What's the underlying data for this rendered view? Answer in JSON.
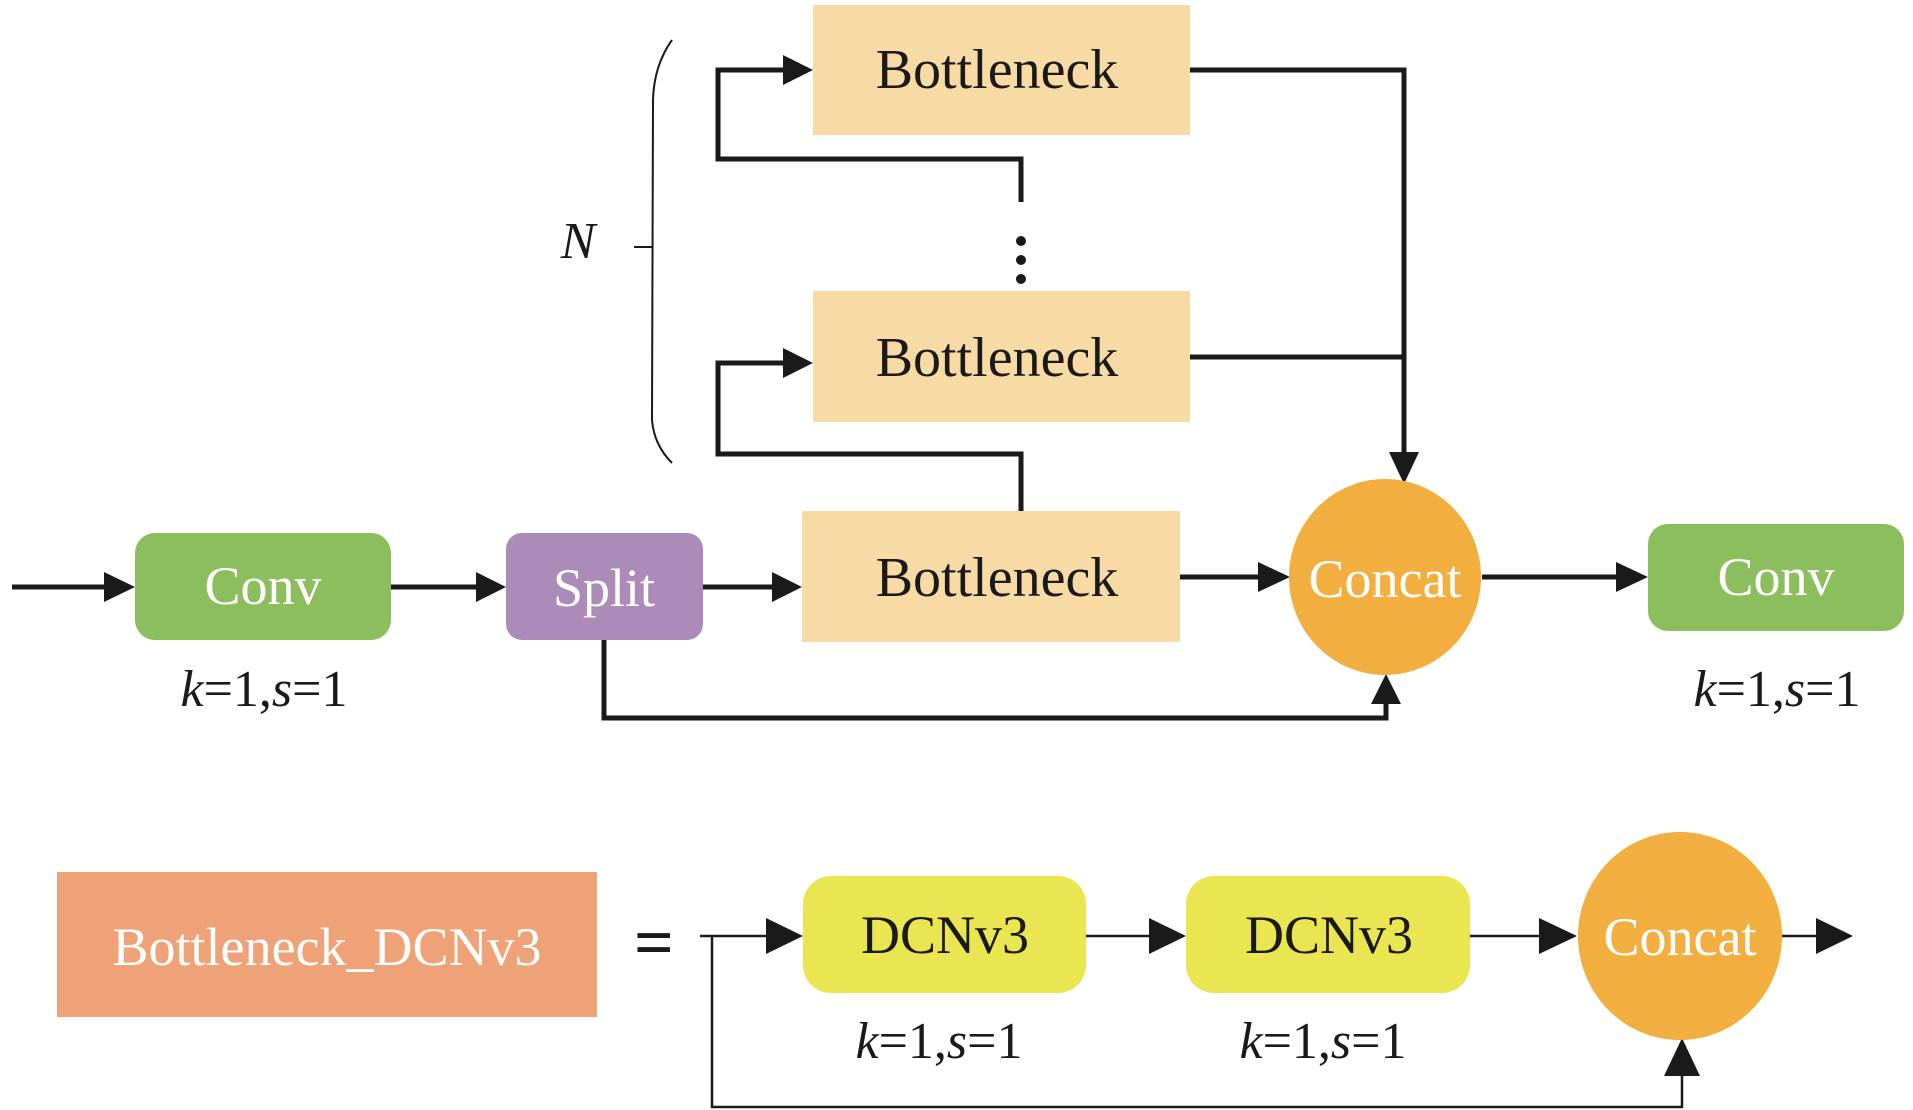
{
  "colors": {
    "conv": "#8BBE5C",
    "split": "#AD8BB9",
    "bottleneck": "#F8DAA4",
    "concat": "#F2AE3E",
    "dcnv3": "#E9E651",
    "bottleneck_dcnv3": "#EFA277",
    "line": "#1a1a1a",
    "white_text": "#ffffff",
    "dark_text": "#1a1a1a"
  },
  "top": {
    "conv_in": {
      "label": "Conv",
      "param": {
        "k": "k",
        "ks": "=1,",
        "s": "s",
        "ss": "=1"
      }
    },
    "split": {
      "label": "Split"
    },
    "bottleneck_1": {
      "label": "Bottleneck"
    },
    "bottleneck_2": {
      "label": "Bottleneck"
    },
    "bottleneck_3": {
      "label": "Bottleneck"
    },
    "concat": {
      "label": "Concat"
    },
    "conv_out": {
      "label": "Conv",
      "param": {
        "k": "k",
        "ks": "=1,",
        "s": "s",
        "ss": "=1"
      }
    },
    "repeat_label": "N",
    "ellipsis": "⋮"
  },
  "bottom": {
    "block": {
      "label": "Bottleneck_DCNv3"
    },
    "equals": "=",
    "dcnv3_1": {
      "label": "DCNv3",
      "param": {
        "k": "k",
        "ks": "=1,",
        "s": "s",
        "ss": "=1"
      }
    },
    "dcnv3_2": {
      "label": "DCNv3",
      "param": {
        "k": "k",
        "ks": "=1,",
        "s": "s",
        "ss": "=1"
      }
    },
    "concat": {
      "label": "Concat"
    }
  }
}
